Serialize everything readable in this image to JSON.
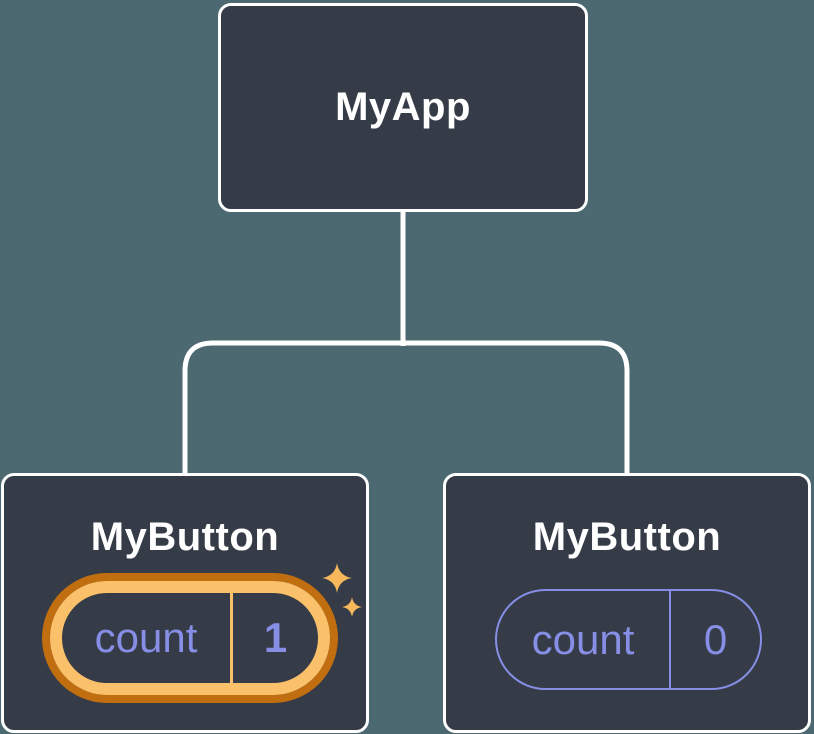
{
  "diagram": {
    "type": "component-tree",
    "background_color": "#4C6870",
    "node_fill_color": "#353B47",
    "node_border_color": "#FFFFFF",
    "connector_color": "#FFFFFF",
    "accent_purple": "#868EE6",
    "root": {
      "label": "MyApp"
    },
    "children": [
      {
        "label": "MyButton",
        "state_name": "count",
        "state_value": "1",
        "highlighted": true,
        "highlight": {
          "ring_color": "#FBC16A",
          "ring_border_color": "#C16E10",
          "sparkle_color": "#F7B85C"
        }
      },
      {
        "label": "MyButton",
        "state_name": "count",
        "state_value": "0",
        "highlighted": false
      }
    ]
  }
}
